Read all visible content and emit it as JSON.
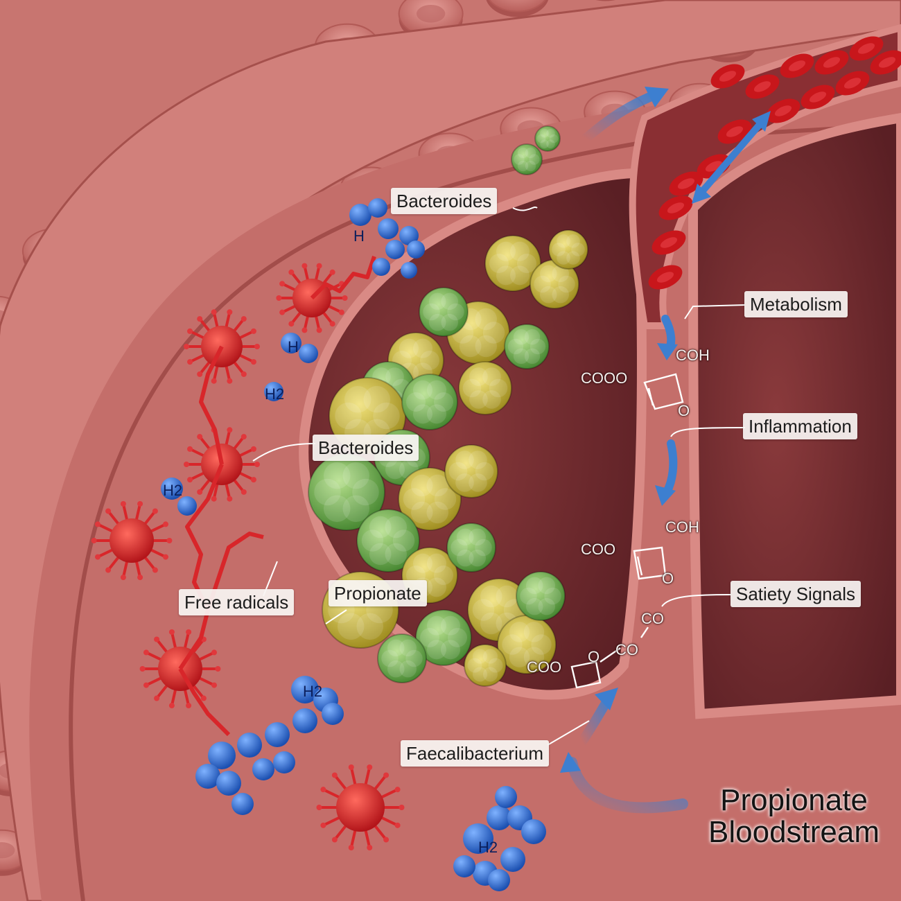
{
  "labels": {
    "bacteroides_top": "Bacteroides",
    "bacteroides_mid": "Bacteroides",
    "metabolism": "Metabolism",
    "inflammation": "Inflammation",
    "satiety": "Satiety Signals",
    "free_radicals": "Free radicals",
    "propionate": "Propionate",
    "faecalibacterium": "Faecalibacterium"
  },
  "title": {
    "line1": "Propionate",
    "line2": "Bloodstream"
  },
  "chemistry": {
    "coh_1": "COH",
    "cooo_1": "COOO",
    "o_1": "O",
    "coh_2": "COH",
    "coo_2": "COO",
    "o_2": "O",
    "co_a": "CO",
    "co_b": "CO",
    "coo_3": "COO",
    "o_3": "O"
  },
  "h2_tags": [
    "H",
    "H",
    "H2",
    "H2",
    "H2",
    "H2"
  ],
  "colors": {
    "tissue": "#c8736f",
    "lumen": "#6e2a2e",
    "bacteria_green": "#6fa24a",
    "bacteria_yellow": "#c6b43a",
    "radical_red": "#d8262a",
    "molecule_blue": "#2f6fd0",
    "blood_red": "#cc1a1e",
    "arrow_blue": "#3d7fd0"
  }
}
